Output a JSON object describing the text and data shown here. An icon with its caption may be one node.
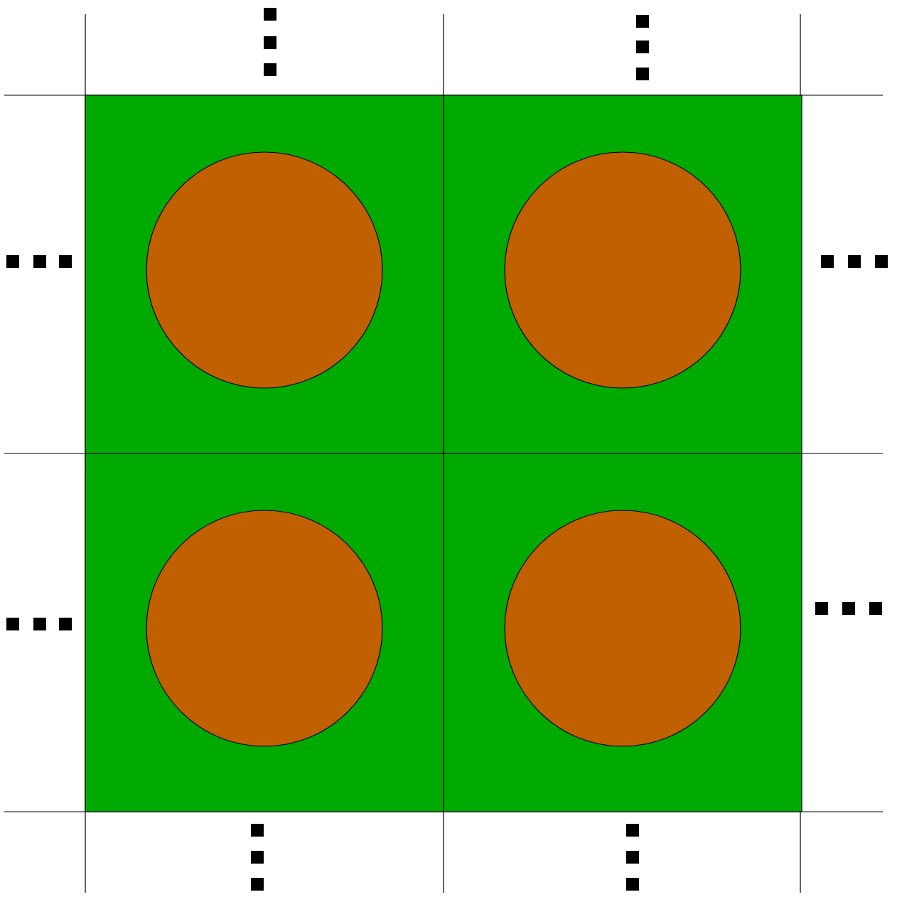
{
  "diagram": {
    "nodes": [
      {
        "text": [],
        "shape": "box"
      },
      {
        "text": [],
        "shape": "circle",
        "in": 0
      },
      {
        "text": [],
        "shape": "box"
      },
      {
        "text": [],
        "shape": "circle",
        "in": 2
      },
      {
        "text": [],
        "shape": "box"
      },
      {
        "text": [],
        "shape": "circle",
        "in": 4
      },
      {
        "text": [],
        "shape": "box"
      },
      {
        "text": [],
        "shape": "circle",
        "in": 6
      }
    ]
  }
}
